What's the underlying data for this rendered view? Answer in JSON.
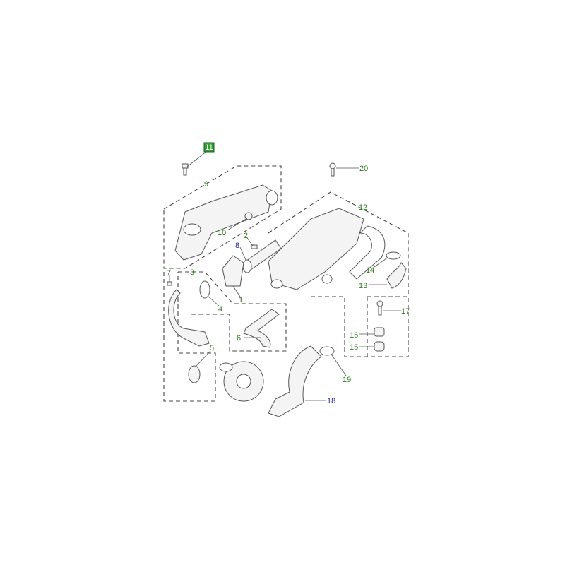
{
  "diagram": {
    "colors": {
      "green": "#2e7d1e",
      "blue": "#2323a8",
      "badge": "#2e9e2e"
    },
    "badge": {
      "number": "11"
    },
    "callouts": [
      {
        "id": "9",
        "text": "9"
      },
      {
        "id": "10",
        "text": "10"
      },
      {
        "id": "2",
        "text": "2"
      },
      {
        "id": "8",
        "text": "8"
      },
      {
        "id": "20",
        "text": "20"
      },
      {
        "id": "12",
        "text": "12"
      },
      {
        "id": "14",
        "text": "14"
      },
      {
        "id": "13",
        "text": "13"
      },
      {
        "id": "7",
        "text": "7"
      },
      {
        "id": "3",
        "text": "3"
      },
      {
        "id": "4",
        "text": "4"
      },
      {
        "id": "1",
        "text": "1"
      },
      {
        "id": "17",
        "text": "17"
      },
      {
        "id": "16",
        "text": "16"
      },
      {
        "id": "15",
        "text": "15"
      },
      {
        "id": "6",
        "text": "6"
      },
      {
        "id": "5",
        "text": "5"
      },
      {
        "id": "19",
        "text": "19"
      },
      {
        "id": "18",
        "text": "18"
      }
    ]
  }
}
